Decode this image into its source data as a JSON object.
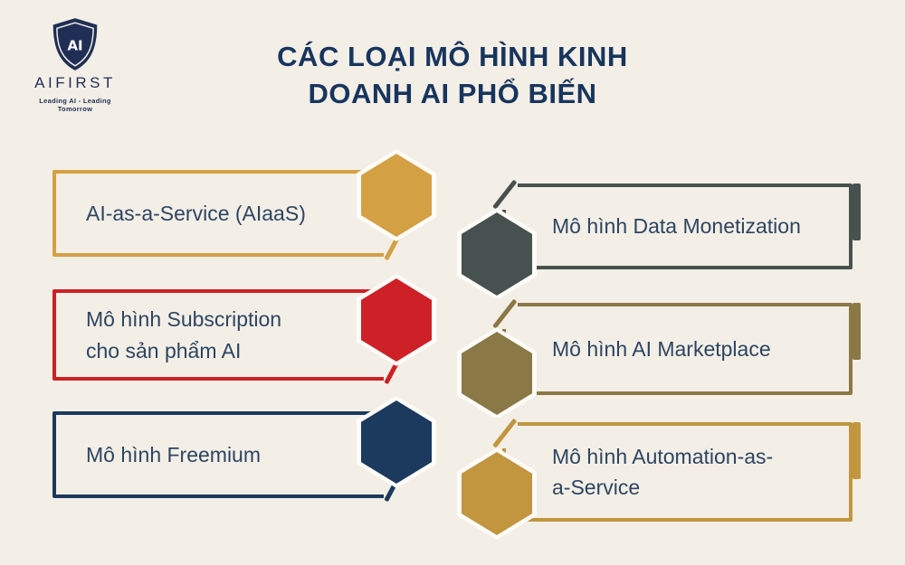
{
  "page": {
    "background": "#F4EFE6",
    "text_color": "#2C4563"
  },
  "logo": {
    "shield_text": "AI",
    "brand": "AIFIRST",
    "tagline": "Leading AI - Leading Tomorrow",
    "color": "#1F2E55"
  },
  "title": {
    "line1": "CÁC LOẠI MÔ HÌNH KINH",
    "line2": "DOANH AI PHỔ BIẾN",
    "color": "#17355E"
  },
  "models": [
    {
      "label": "AI-as-a-Service (AIaaS)",
      "color": "#D4A044",
      "side": "left"
    },
    {
      "label": "Mô hình Subscription cho sản phẩm AI",
      "color": "#CE2127",
      "side": "left"
    },
    {
      "label": "Mô hình Freemium",
      "color": "#1C3A5E",
      "side": "left"
    },
    {
      "label": "Mô hình Data Monetization",
      "color": "#47514F",
      "side": "right"
    },
    {
      "label": "Mô hình AI Marketplace",
      "color": "#8A7847",
      "side": "right"
    },
    {
      "label": "Mô hình Automation-as-a-Service",
      "color": "#C2953F",
      "side": "right"
    }
  ]
}
